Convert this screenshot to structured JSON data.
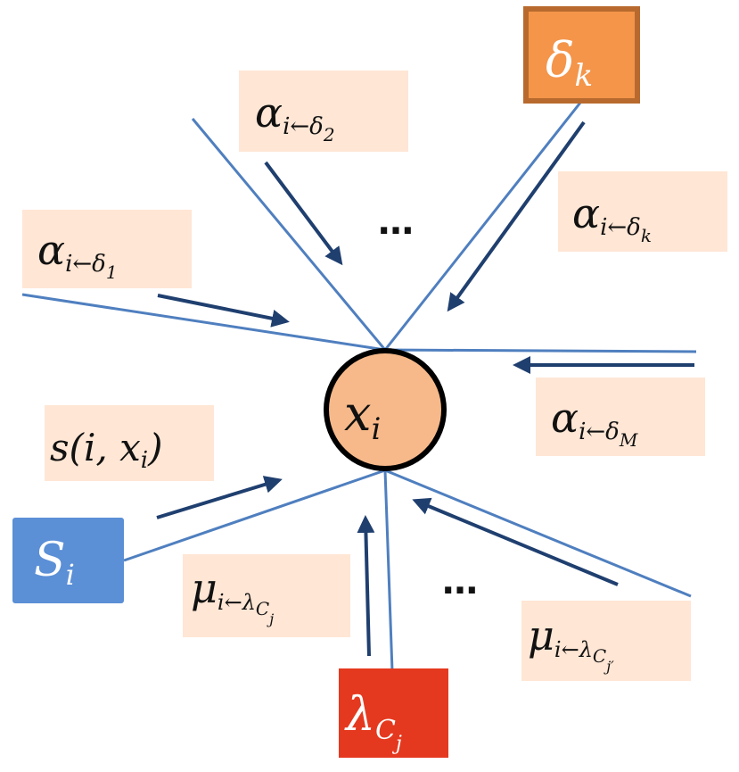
{
  "colors": {
    "edge": "#4f7fbf",
    "message_arrow": "#1f3f6f",
    "label_bg": "#ffe6d5",
    "variable_fill": "#f7b98a",
    "delta_fill": "#f4954a",
    "delta_border": "#b86a2e",
    "s_fill": "#5b8fd6",
    "lambda_fill": "#e5391f"
  },
  "nodes": {
    "x": {
      "base": "x",
      "sub": "i"
    },
    "delta_k": {
      "base": "δ",
      "sub": "k"
    },
    "s_i": {
      "base": "S",
      "sub": "i"
    },
    "lambda": {
      "base": "λ",
      "sub": "C",
      "subsub": "j"
    }
  },
  "messages": {
    "alpha_d1": {
      "base": "α",
      "sub": "i←δ",
      "subsub": "1"
    },
    "alpha_d2": {
      "base": "α",
      "sub": "i←δ",
      "subsub": "2"
    },
    "alpha_dk": {
      "base": "α",
      "sub": "i←δ",
      "subsub": "k"
    },
    "alpha_dM": {
      "base": "α",
      "sub": "i←δ",
      "subsub": "M"
    },
    "s_fn": {
      "pre": "s(i, ",
      "base": "x",
      "sub": "i",
      "post": ")"
    },
    "mu_cj": {
      "base": "μ",
      "sub": "i←λ",
      "subsub": "C",
      "subsubsub": "j"
    },
    "mu_cj2": {
      "base": "μ",
      "sub": "i←λ",
      "subsub": "C",
      "subsubsub": "j′"
    }
  },
  "ellipsis": {
    "top": "…",
    "bottom": "…"
  }
}
